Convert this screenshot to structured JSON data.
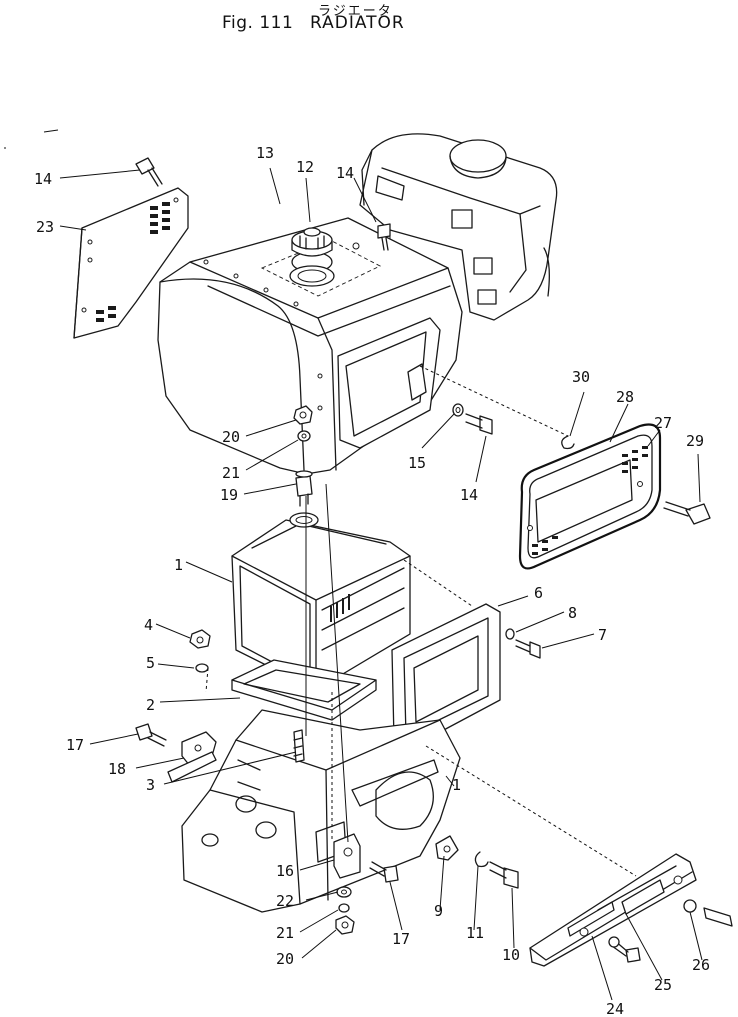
{
  "header": {
    "kana": "ラジエータ",
    "fig_number": "Fig. 111",
    "title": "RADIATOR"
  },
  "callouts": [
    {
      "id": "c14a",
      "label": "14"
    },
    {
      "id": "c23",
      "label": "23"
    },
    {
      "id": "c13",
      "label": "13"
    },
    {
      "id": "c12",
      "label": "12"
    },
    {
      "id": "c14b",
      "label": "14"
    },
    {
      "id": "c30",
      "label": "30"
    },
    {
      "id": "c28",
      "label": "28"
    },
    {
      "id": "c27",
      "label": "27"
    },
    {
      "id": "c29",
      "label": "29"
    },
    {
      "id": "c20a",
      "label": "20"
    },
    {
      "id": "c21a",
      "label": "21"
    },
    {
      "id": "c15",
      "label": "15"
    },
    {
      "id": "c14c",
      "label": "14"
    },
    {
      "id": "c19",
      "label": "19"
    },
    {
      "id": "c1a",
      "label": "1"
    },
    {
      "id": "c6",
      "label": "6"
    },
    {
      "id": "c8",
      "label": "8"
    },
    {
      "id": "c7",
      "label": "7"
    },
    {
      "id": "c4",
      "label": "4"
    },
    {
      "id": "c5",
      "label": "5"
    },
    {
      "id": "c2",
      "label": "2"
    },
    {
      "id": "c17a",
      "label": "17"
    },
    {
      "id": "c18",
      "label": "18"
    },
    {
      "id": "c3",
      "label": "3"
    },
    {
      "id": "c1b",
      "label": "1"
    },
    {
      "id": "c16",
      "label": "16"
    },
    {
      "id": "c22",
      "label": "22"
    },
    {
      "id": "c21b",
      "label": "21"
    },
    {
      "id": "c20b",
      "label": "20"
    },
    {
      "id": "c17b",
      "label": "17"
    },
    {
      "id": "c9",
      "label": "9"
    },
    {
      "id": "c11",
      "label": "11"
    },
    {
      "id": "c10",
      "label": "10"
    },
    {
      "id": "c24",
      "label": "24"
    },
    {
      "id": "c25",
      "label": "25"
    },
    {
      "id": "c26",
      "label": "26"
    }
  ]
}
